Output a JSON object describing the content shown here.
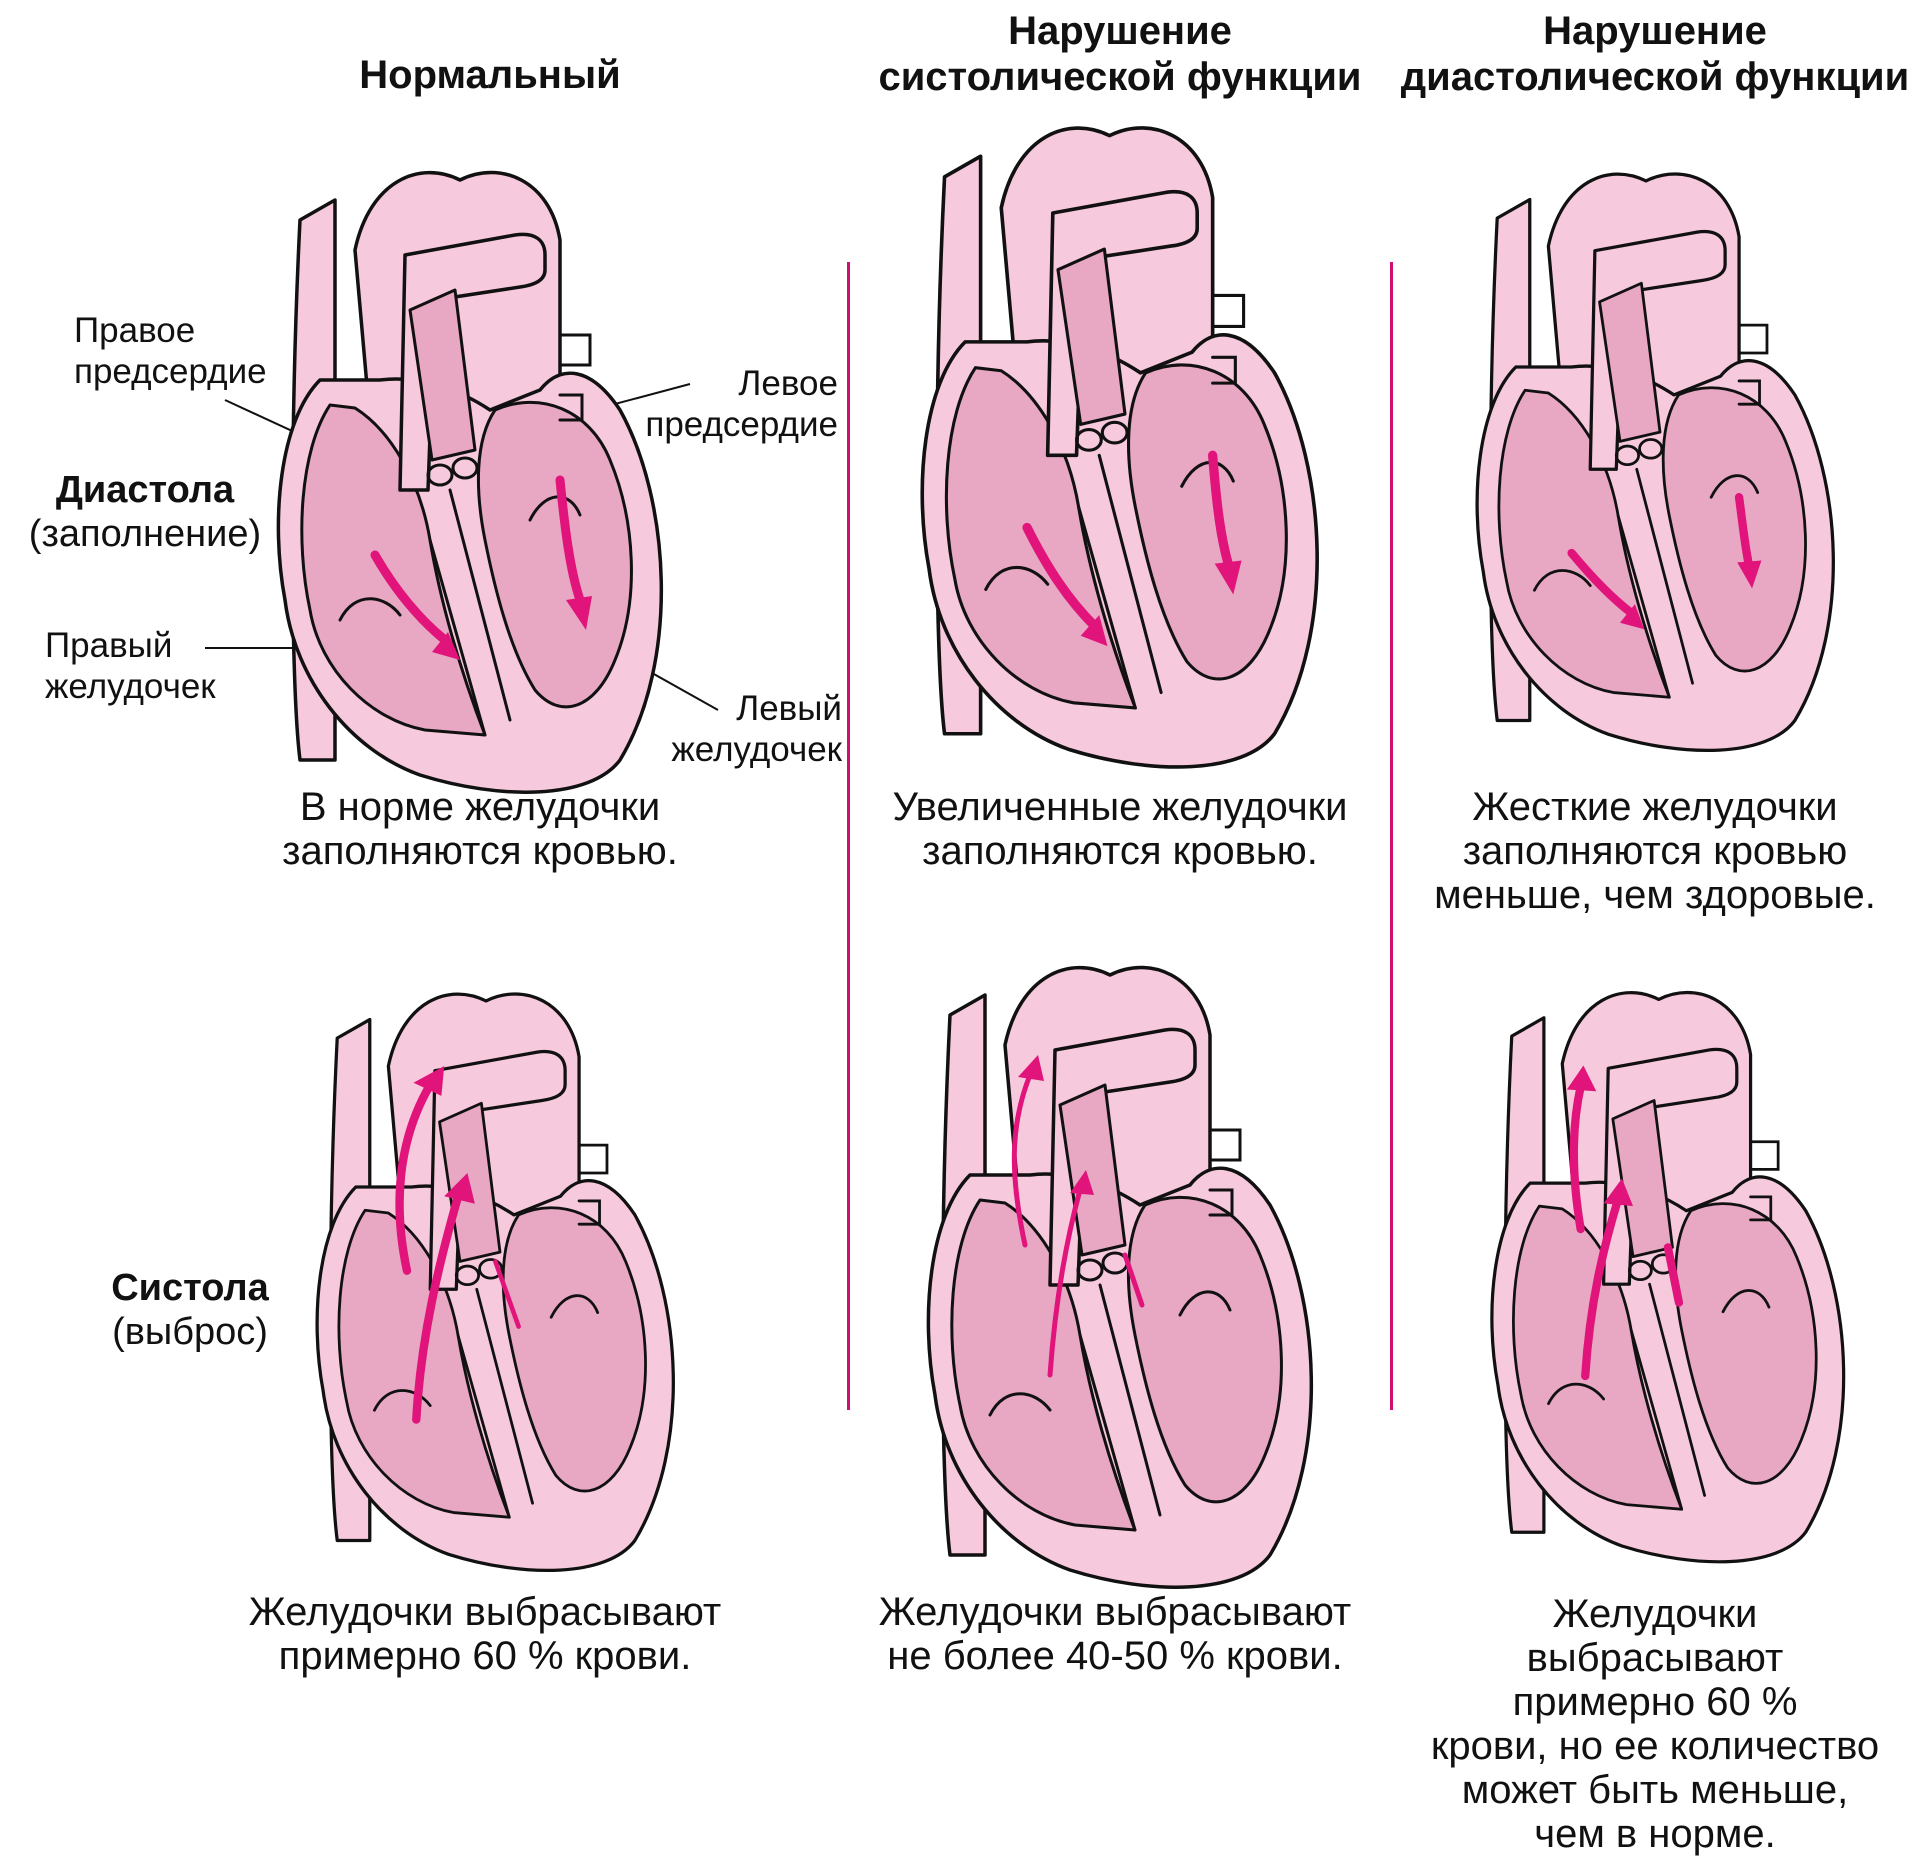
{
  "columns": {
    "normal": {
      "title": "Нормальный"
    },
    "systolic": {
      "title_line1": "Нарушение",
      "title_line2": "систолической функции"
    },
    "diastolic": {
      "title_line1": "Нарушение",
      "title_line2": "диастолической функции"
    }
  },
  "rows": {
    "diastole": {
      "label_bold": "Диастола",
      "label_sub": "(заполнение)"
    },
    "systole": {
      "label_bold": "Систола",
      "label_sub": "(выброс)"
    }
  },
  "anatomy": {
    "right_atrium": [
      "Правое",
      "предсердие"
    ],
    "left_atrium": [
      "Левое",
      "предсердие"
    ],
    "right_ventricle": [
      "Правый",
      "желудочек"
    ],
    "left_ventricle": [
      "Левый",
      "желудочек"
    ]
  },
  "captions": {
    "normal_diastole": [
      "В норме желудочки",
      "заполняются кровью."
    ],
    "systolic_diastole": [
      "Увеличенные желудочки",
      "заполняются кровью."
    ],
    "diastolic_diastole": [
      "Жесткие желудочки",
      "заполняются кровью",
      "меньше, чем здоровые."
    ],
    "normal_systole": [
      "Желудочки выбрасывают",
      "примерно 60 % крови."
    ],
    "systolic_systole": [
      "Желудочки выбрасывают",
      "не более 40-50 % крови."
    ],
    "diastolic_systole": [
      "Желудочки",
      "выбрасывают",
      "примерно 60 %",
      "крови, но ее количество",
      "может быть меньше,",
      "чем в норме."
    ]
  },
  "colors": {
    "heart_light": "#f7c9dd",
    "heart_dark": "#e8a7c3",
    "arrow": "#e0147a",
    "divider": "#d0106e"
  }
}
